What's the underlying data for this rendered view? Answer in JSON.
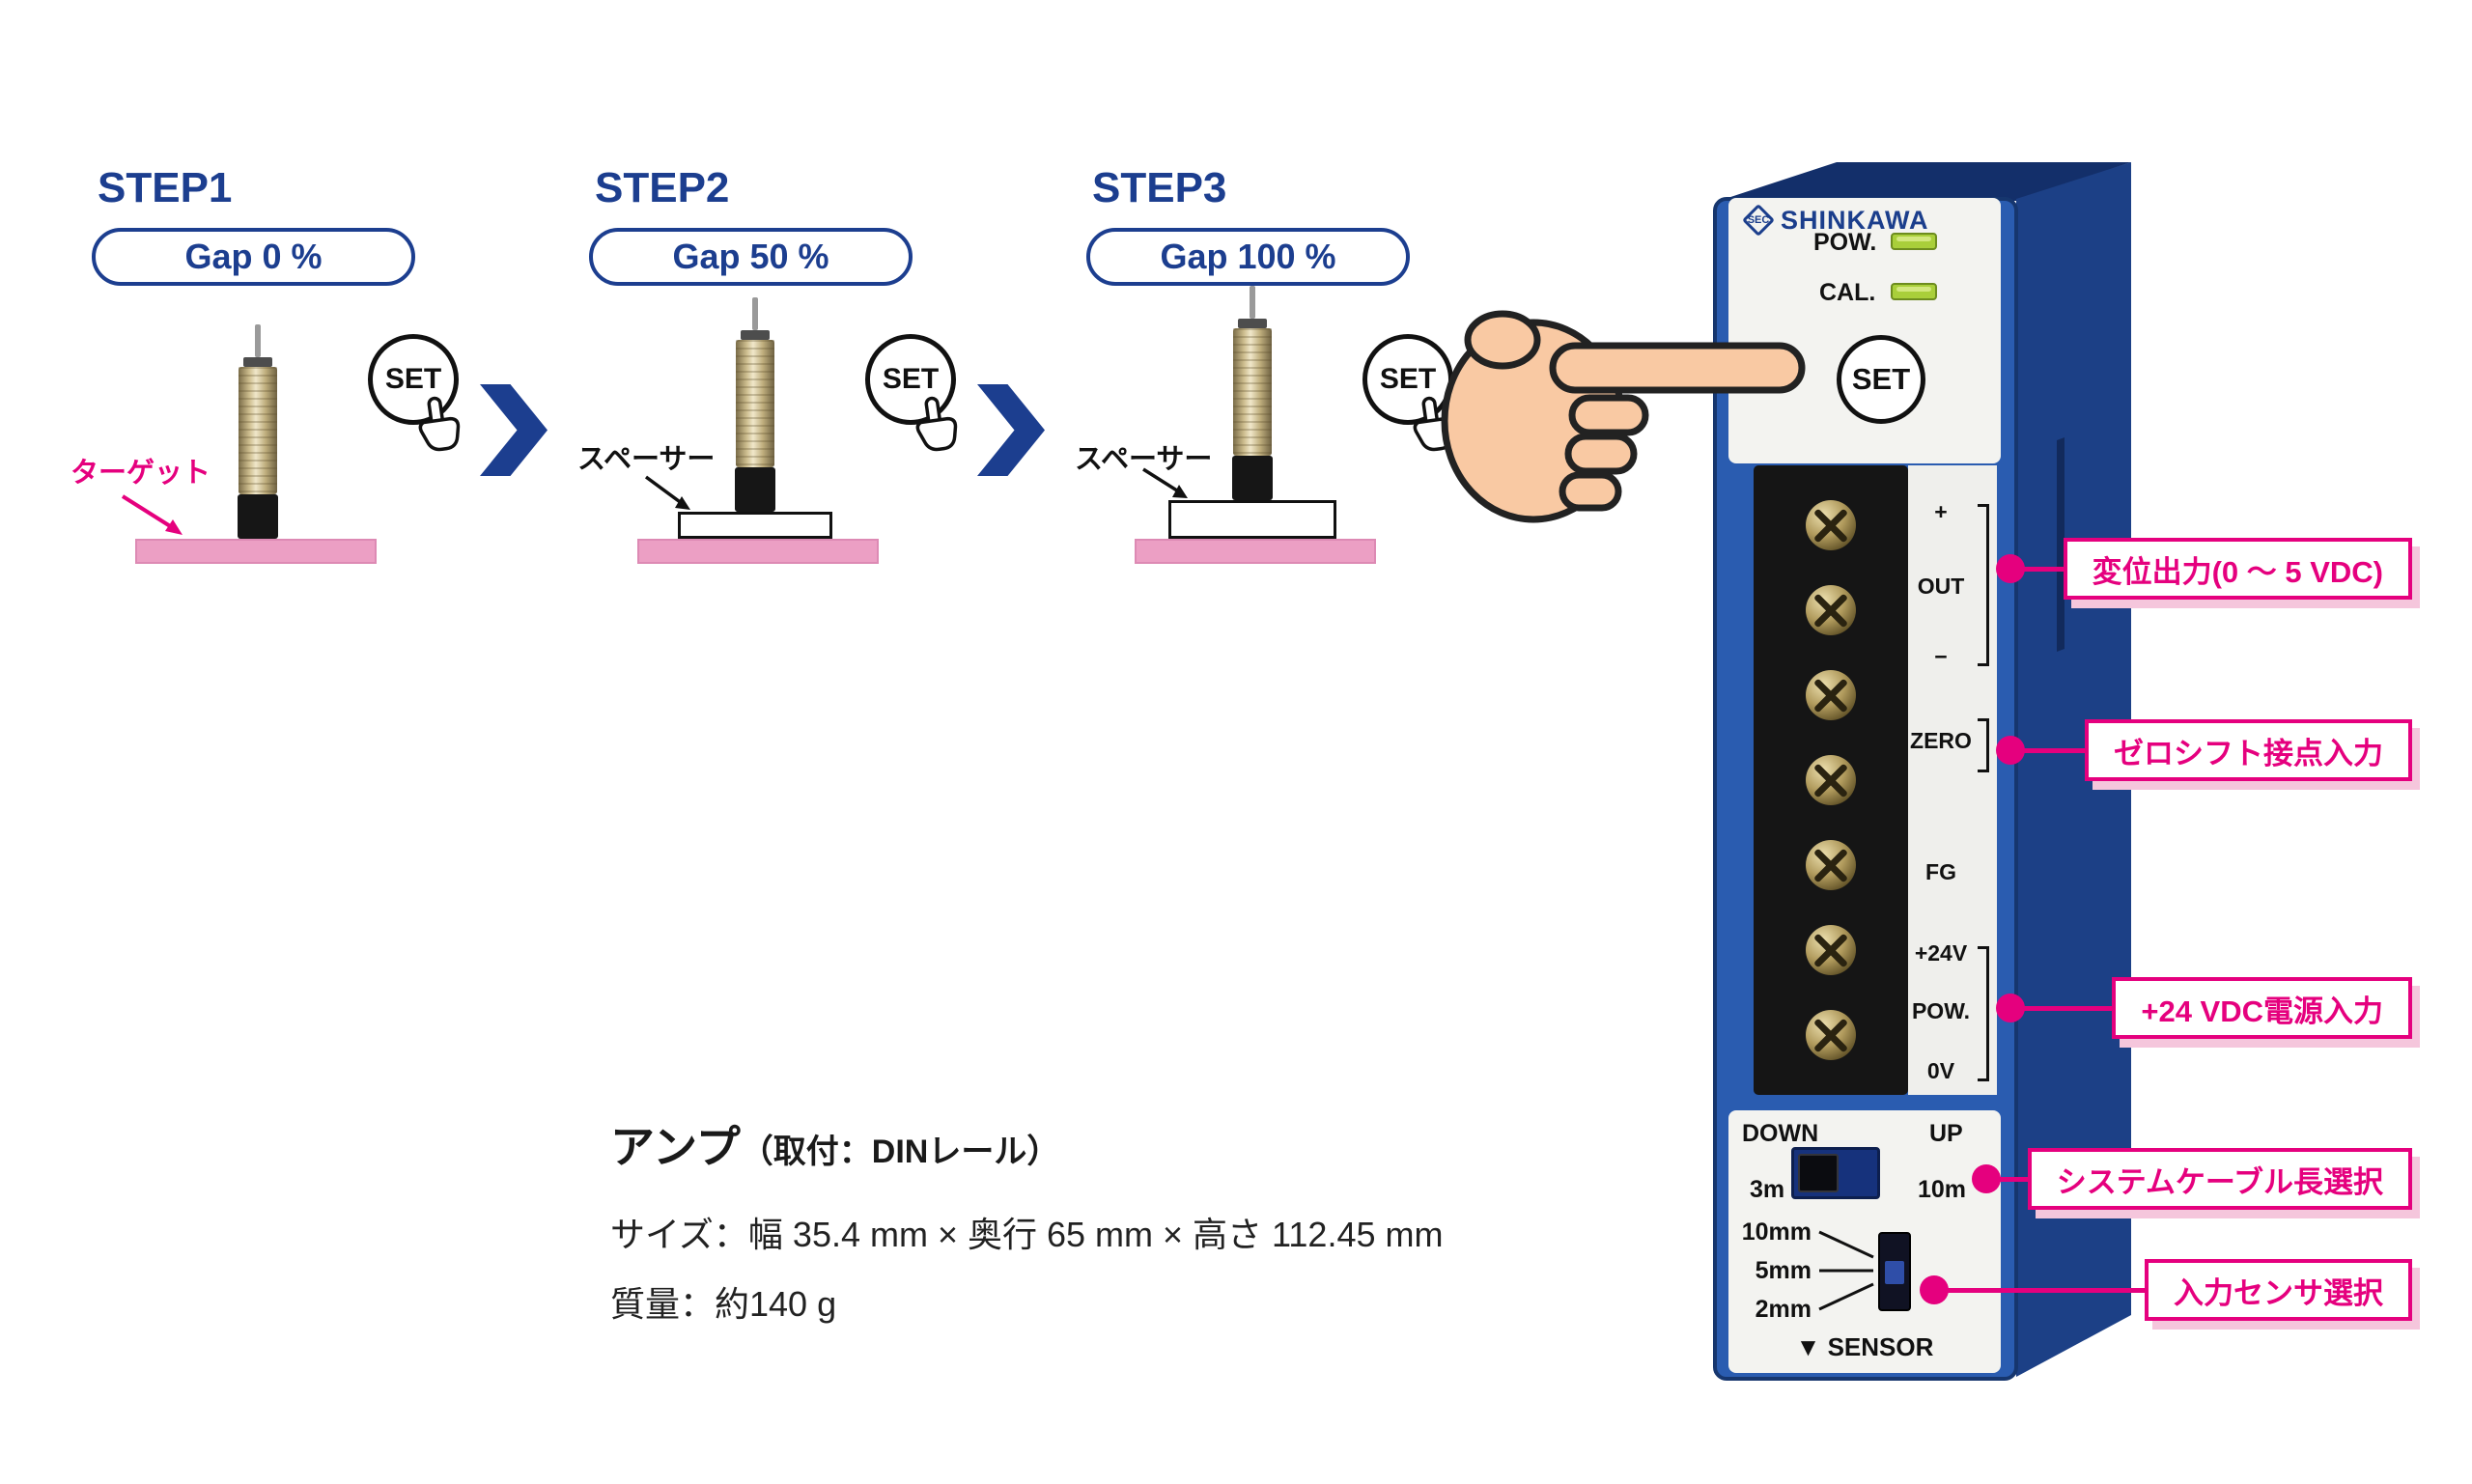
{
  "steps": [
    {
      "title": "STEP1",
      "gap": "Gap 0 %",
      "annotation": "ターゲット",
      "set": "SET"
    },
    {
      "title": "STEP2",
      "gap": "Gap 50 %",
      "annotation": "スペーサー",
      "set": "SET"
    },
    {
      "title": "STEP3",
      "gap": "Gap 100 %",
      "annotation": "スペーサー",
      "set": "SET"
    }
  ],
  "device": {
    "logo_text": "SEC",
    "brand": "SHINKAWA",
    "led_pow": "POW.",
    "led_cal": "CAL.",
    "set": "SET",
    "terminals": [
      "+",
      "OUT",
      "−",
      "ZERO",
      "FG",
      "+24V",
      "POW.",
      "0V"
    ],
    "cable": {
      "down": "DOWN",
      "up": "UP",
      "min": "3m",
      "max": "10m"
    },
    "sensor": {
      "options": [
        "10mm",
        "5mm",
        "2mm"
      ],
      "marker": "▼",
      "label": "SENSOR"
    }
  },
  "callouts": [
    {
      "label": "変位出力(0 ～ 5 VDC)"
    },
    {
      "label": "ゼロシフト接点入力"
    },
    {
      "label": "+24 VDC電源入力"
    },
    {
      "label": "システムケーブル長選択"
    },
    {
      "label": "入力センサ選択"
    }
  ],
  "info": {
    "title": "アンプ",
    "mount": "（取付：DINレール）",
    "size": "サイズ：幅 35.4 mm × 奥行 65 mm × 高さ 112.45 mm",
    "weight": "質量：約140 g"
  },
  "colors": {
    "navy": "#1c3e8f",
    "pink": "#e5007e",
    "device_blue": "#2a5cb0",
    "led_green": "#a9cf3a",
    "plate_pink": "#ec9fc4"
  }
}
